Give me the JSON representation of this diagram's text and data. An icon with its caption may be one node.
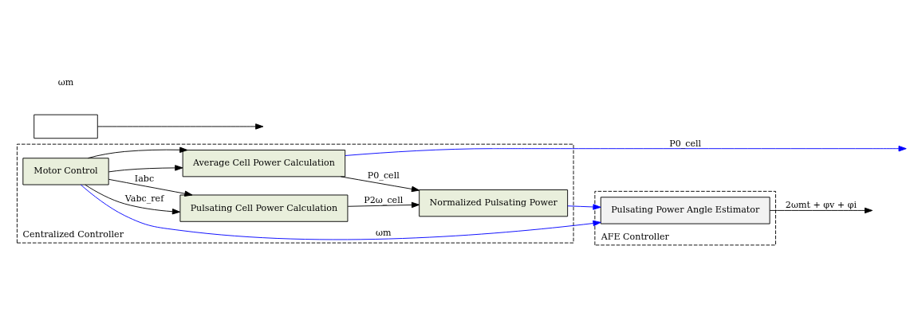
{
  "diagram": {
    "nodes": [
      {
        "text": [
          "Centralized Controller"
        ]
      },
      {
        "text": [
          "Motor Control"
        ],
        "in": 0
      },
      {
        "text": [
          "Pulsating Cell Power Calculation"
        ],
        "in": 0
      },
      {
        "text": [
          "Average Cell Power Calculation"
        ],
        "in": 0
      },
      {
        "text": [
          "Normalized Pulsating Power"
        ],
        "in": 0
      },
      {
        "text": [],
        "shape": "box"
      },
      {
        "text": [
          "AFE Controller"
        ]
      },
      {
        "text": [
          "Pulsating Power Angle Estimator"
        ],
        "in": 6
      }
    ],
    "edges": [
      {
        "from": 1,
        "to": 2,
        "arrow": "to",
        "label": "Vabc_ref"
      },
      {
        "from": 1,
        "to": 3,
        "arrow": "to"
      },
      {
        "from": 1,
        "to": 2,
        "arrow": "to",
        "label": "Iabc"
      },
      {
        "from": 1,
        "to": 3,
        "arrow": "to"
      },
      {
        "from": 2,
        "to": 4,
        "arrow": "to",
        "label": "P2ω_cell"
      },
      {
        "from": 3,
        "to": 4,
        "arrow": "to",
        "label": "P0_cell"
      },
      {
        "from": 4,
        "to": 7,
        "arrow": "to",
        "color": "#0000ff"
      },
      {
        "from": 1,
        "to": 7,
        "arrow": "to",
        "color": "#0000ff",
        "label": "ωm"
      },
      {
        "from": 3,
        "to": null,
        "arrow": "to",
        "color": "#0000ff",
        "label": "P0_cell"
      },
      {
        "from": 7,
        "to": null,
        "arrow": "to",
        "label": "2ωmt + φv + φi"
      },
      {
        "from": 5,
        "to": null,
        "arrow": "to"
      }
    ],
    "labels": [
      "ωm"
    ]
  }
}
